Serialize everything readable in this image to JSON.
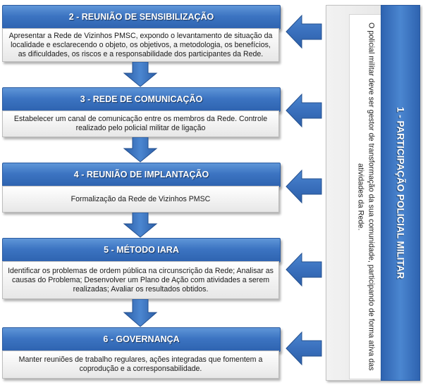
{
  "steps": [
    {
      "title": "2 - REUNIÃO DE SENSIBILIZAÇÃO",
      "body": "Apresentar a Rede de Vizinhos PMSC, expondo o levantamento de situação da localidade e esclarecendo o objeto, os objetivos, a metodologia, os benefícios, as dificuldades, os riscos e a responsabilidade dos participantes da Rede."
    },
    {
      "title": "3 - REDE DE COMUNICAÇÃO",
      "body": "Estabelecer um canal de comunicação entre os membros da Rede. Controle realizado pelo policial militar de ligação"
    },
    {
      "title": "4 - REUNIÃO DE IMPLANTAÇÃO",
      "body": "Formalização da Rede de Vizinhos PMSC"
    },
    {
      "title": "5 - MÉTODO IARA",
      "body": "Identificar os problemas de ordem pública na circunscrição da Rede; Analisar as causas do Problema; Desenvolver um Plano de Ação com atividades a serem realizadas; Avaliar os resultados obtidos."
    },
    {
      "title": "6 - GOVERNANÇA",
      "body": "Manter reuniões de trabalho regulares, ações integradas que fomentem a coprodução e a corresponsabilidade."
    }
  ],
  "side": {
    "title": "1 - PARTICIPAÇÃO POLICIAL MILITAR",
    "description": "O policial militar deve ser gestor de transformação da sua comunidade, participando de forma ativa das atividades da Rede."
  },
  "colors": {
    "header_blue": "#3c74c2",
    "arrow_blue": "#2f67b4"
  },
  "icons": {
    "down": "arrow-down-icon",
    "left": "arrow-left-icon"
  }
}
